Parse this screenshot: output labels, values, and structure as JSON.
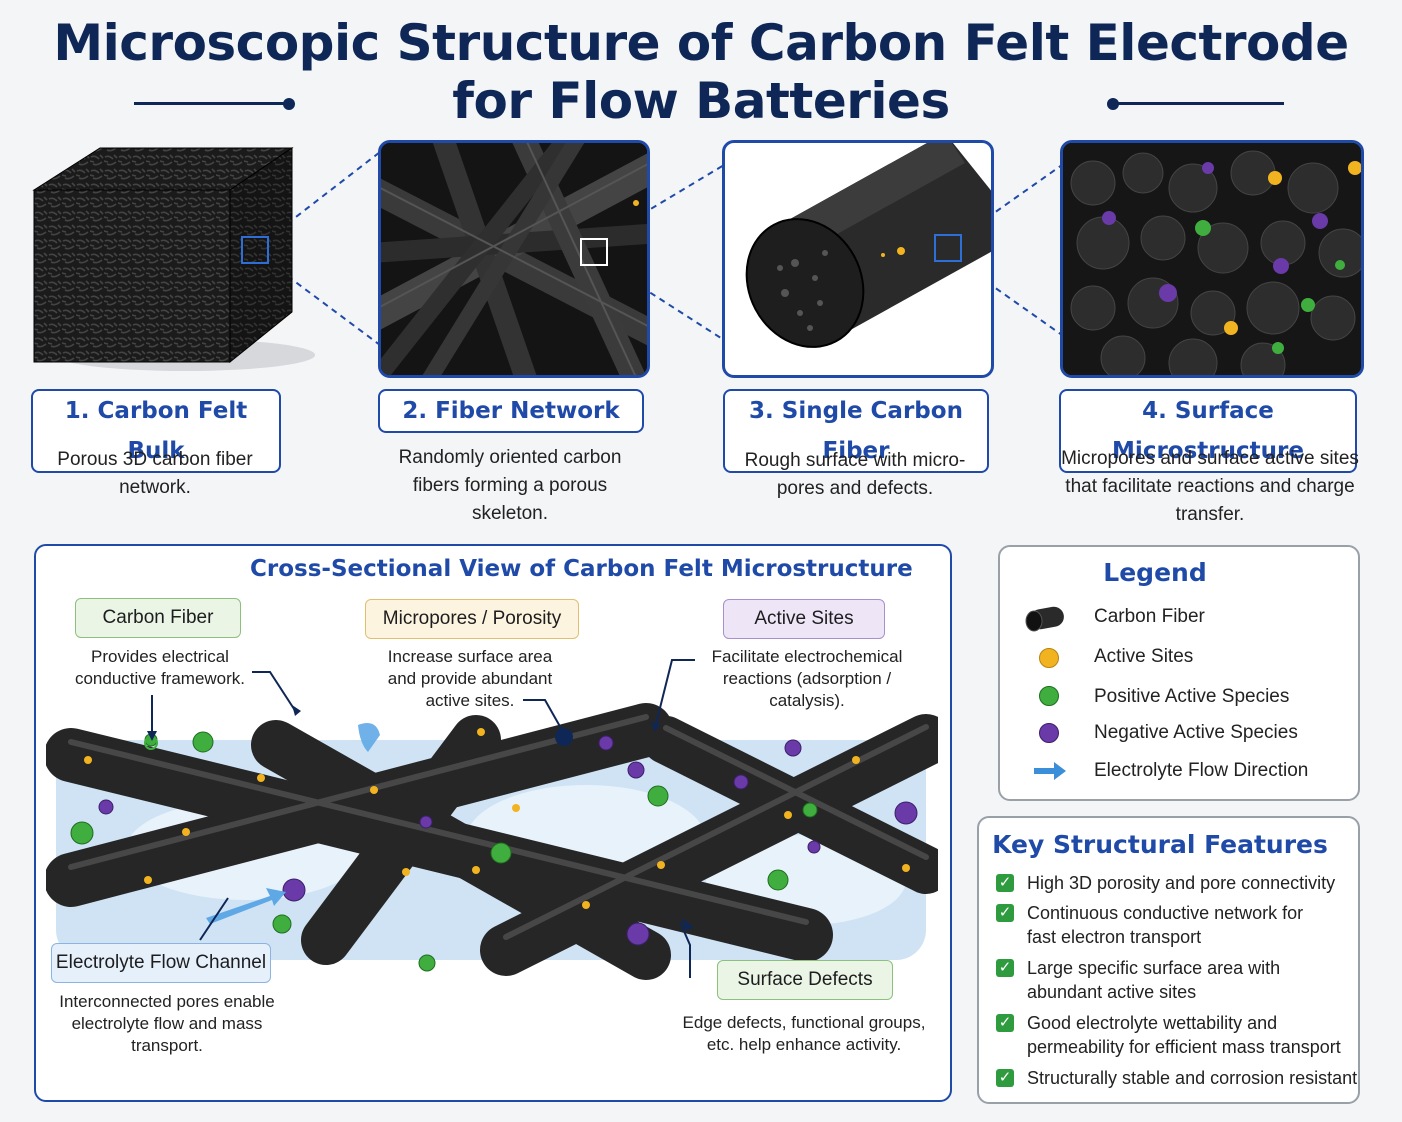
{
  "title": {
    "line1": "Microscopic Structure of Carbon Felt Electrode",
    "line2": "for Flow Batteries"
  },
  "steps": [
    {
      "label": "1. Carbon Felt Bulk",
      "desc": "Porous 3D carbon fiber network."
    },
    {
      "label": "2. Fiber Network",
      "desc": "Randomly oriented carbon fibers forming a porous skeleton."
    },
    {
      "label": "3. Single Carbon Fiber",
      "desc": "Rough surface with micro-pores and defects."
    },
    {
      "label": "4. Surface Microstructure",
      "desc": "Micropores and surface active sites that facilitate reactions and charge transfer."
    }
  ],
  "cross_section": {
    "title": "Cross-Sectional View of Carbon Felt Microstructure",
    "callouts": {
      "carbon_fiber": {
        "tag": "Carbon Fiber",
        "text": "Provides electrical conductive framework."
      },
      "micropores": {
        "tag": "Micropores / Porosity",
        "text": "Increase surface area and provide abundant active sites."
      },
      "active_sites": {
        "tag": "Active Sites",
        "text": "Facilitate electrochemical reactions (adsorption / catalysis)."
      },
      "flow_channel": {
        "tag": "Electrolyte Flow Channel",
        "text": "Interconnected pores enable electrolyte flow and mass transport."
      },
      "surface_defects": {
        "tag": "Surface Defects",
        "text": "Edge defects, functional groups, etc. help enhance activity."
      }
    }
  },
  "legend": {
    "title": "Legend",
    "items": [
      {
        "icon": "carbon-fiber-icon",
        "label": "Carbon Fiber"
      },
      {
        "icon": "active-site-icon",
        "label": "Active Sites",
        "color": "#f2b320"
      },
      {
        "icon": "positive-species-icon",
        "label": "Positive Active Species",
        "color": "#3fae3f"
      },
      {
        "icon": "negative-species-icon",
        "label": "Negative Active Species",
        "color": "#6a3aa8"
      },
      {
        "icon": "flow-arrow-icon",
        "label": "Electrolyte Flow Direction",
        "color": "#3b8fd9"
      }
    ]
  },
  "features": {
    "title": "Key Structural Features",
    "items": [
      {
        "line1": "High 3D porosity and pore connectivity",
        "line2": ""
      },
      {
        "line1": "Continuous conductive network for",
        "line2": "fast electron transport"
      },
      {
        "line1": "Large specific surface area with",
        "line2": "abundant active sites"
      },
      {
        "line1": "Good electrolyte wettability and",
        "line2": "permeability for efficient mass transport"
      },
      {
        "line1": "Structurally stable and corrosion resistant",
        "line2": ""
      }
    ]
  },
  "colors": {
    "navy": "#0f2756",
    "accent_blue": "#1f4aa8",
    "green": "#3fae3f",
    "gold": "#f2b320",
    "purple": "#6a3aa8",
    "check_green": "#2e9b3e"
  }
}
